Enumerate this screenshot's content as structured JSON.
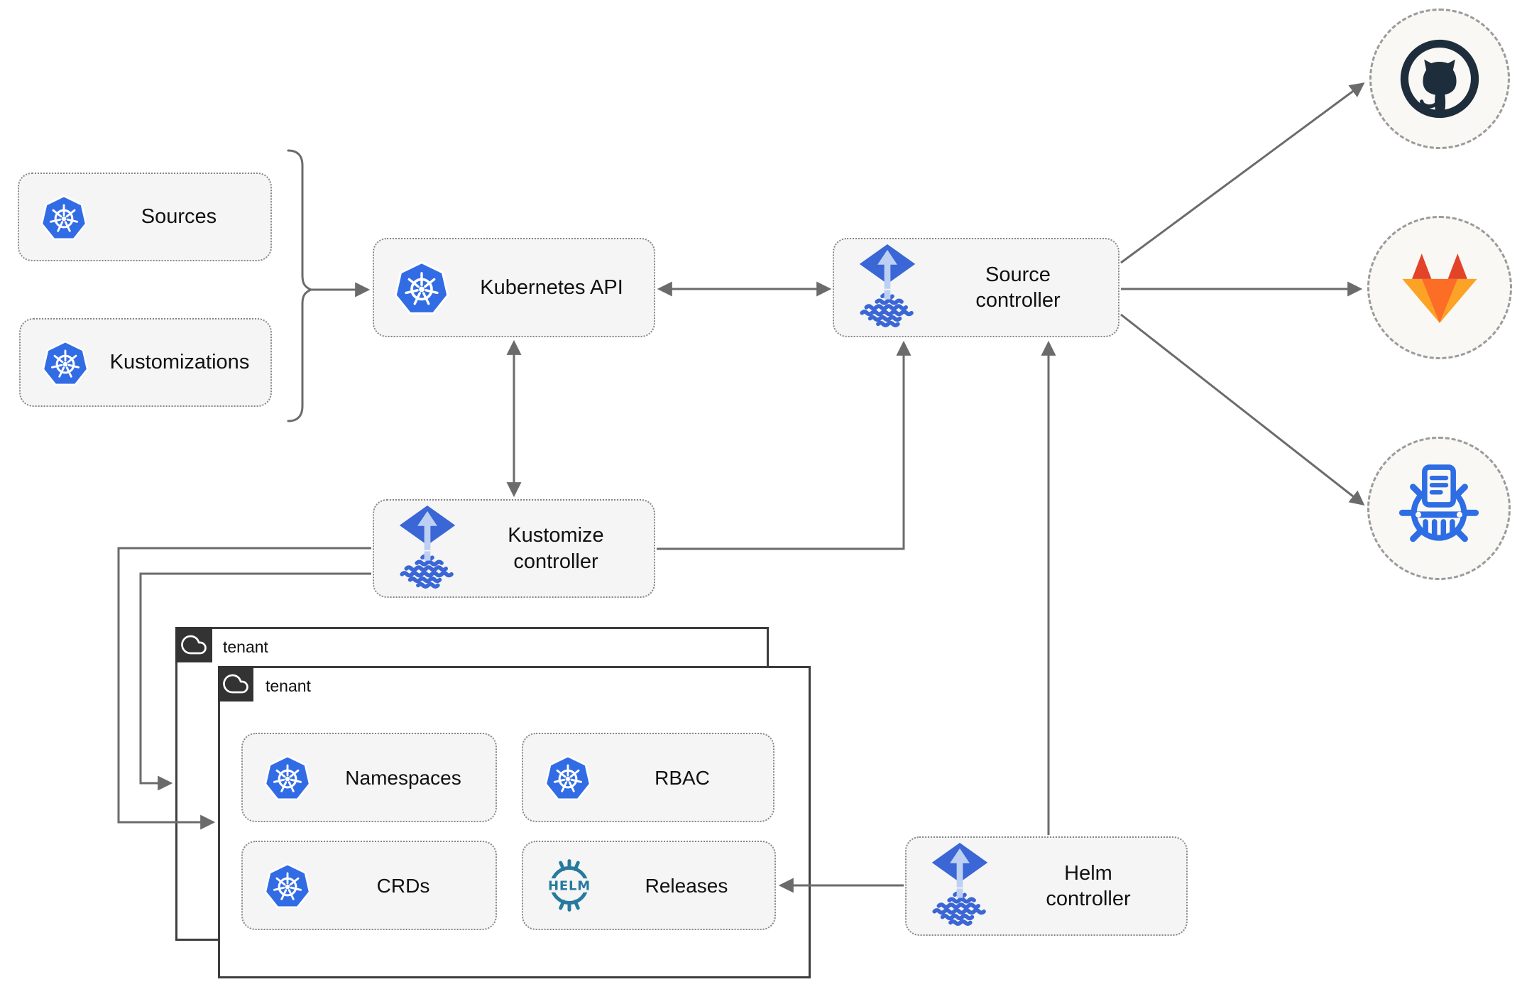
{
  "colors": {
    "kubernetes_blue": "#326ce5",
    "flux_blue": "#3a66d6",
    "flux_arrow_light": "#bdd0f4",
    "helm_teal": "#277a9e",
    "github_dark": "#1d2d3c",
    "gitlab_red": "#e24329",
    "gitlab_orange": "#fc6d26",
    "gitlab_light_orange": "#fca326",
    "chartmuseum_blue": "#2e6de4",
    "connector_gray": "#6b6b6b",
    "node_fill": "#f5f5f5",
    "tenant_tab": "#333333"
  },
  "nodes": {
    "sources": {
      "label": "Sources"
    },
    "kustomizations": {
      "label": "Kustomizations"
    },
    "kubernetes_api": {
      "label": "Kubernetes API"
    },
    "source_controller": {
      "label": "Source controller"
    },
    "kustomize_controller": {
      "label": "Kustomize controller"
    },
    "helm_controller": {
      "label": "Helm controller"
    },
    "namespaces": {
      "label": "Namespaces"
    },
    "rbac": {
      "label": "RBAC"
    },
    "crds": {
      "label": "CRDs"
    },
    "releases": {
      "label": "Releases"
    }
  },
  "tenants": {
    "back": {
      "label": "tenant"
    },
    "front": {
      "label": "tenant"
    }
  },
  "helm_wordmark": "HELM",
  "endpoints": {
    "github": {
      "icon": "github-icon"
    },
    "gitlab": {
      "icon": "gitlab-icon"
    },
    "chartmuseum": {
      "icon": "chartmuseum-icon"
    }
  }
}
